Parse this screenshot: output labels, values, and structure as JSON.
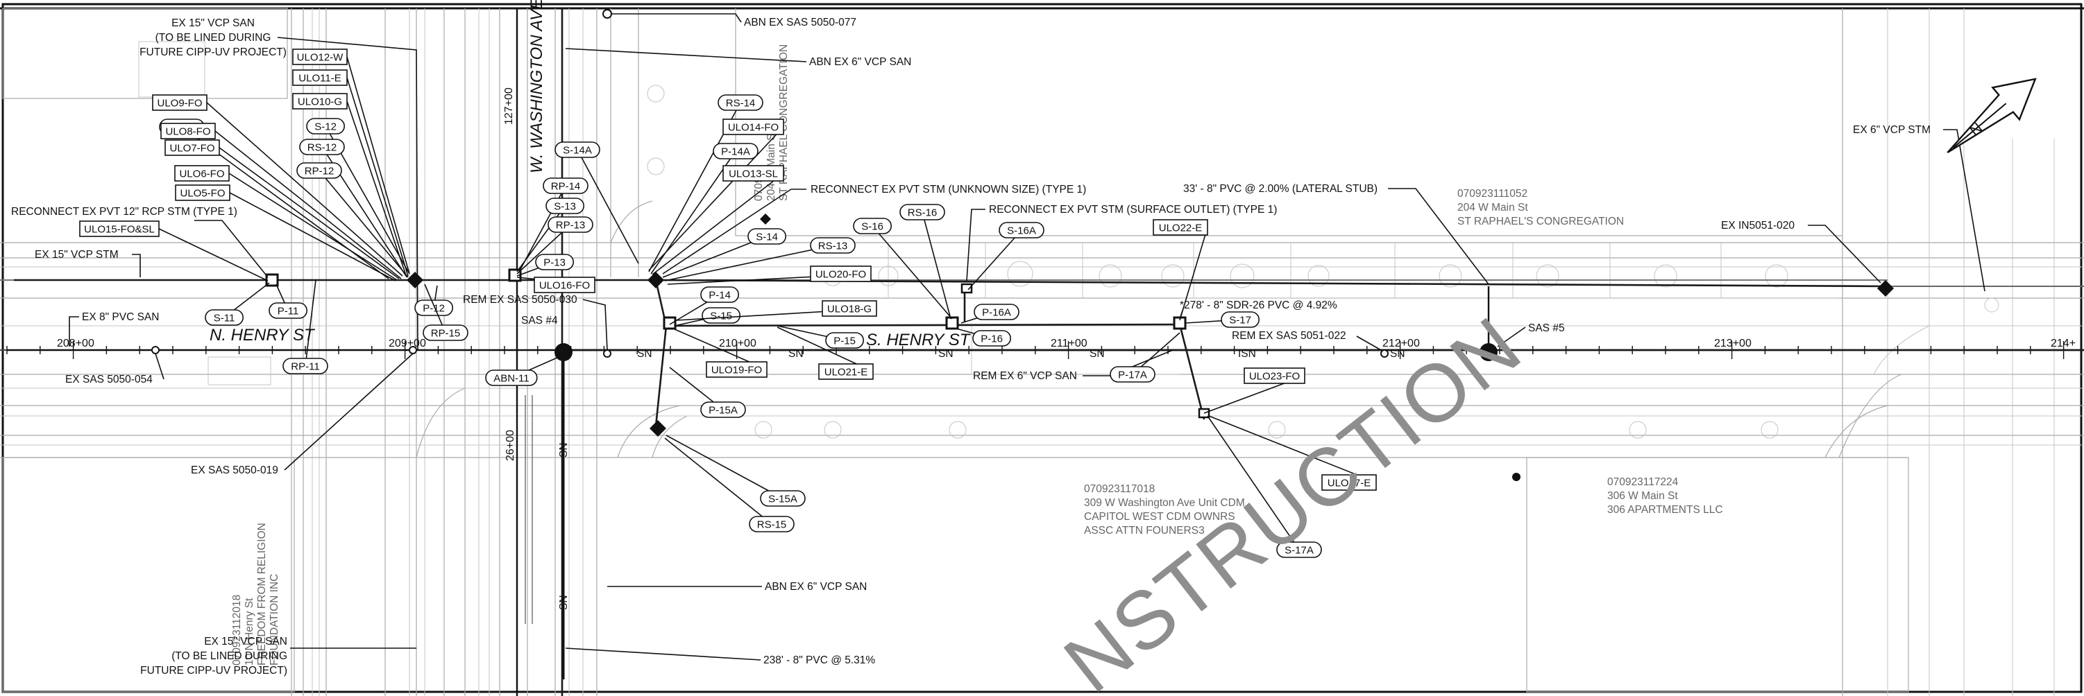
{
  "streets": {
    "n_henry": "N. HENRY ST",
    "s_henry": "S. HENRY ST",
    "w_washington": "W. WASHINGTON AVE"
  },
  "stations": [
    "208+00",
    "209+00",
    "210+00",
    "211+00",
    "212+00",
    "213+00",
    "214+"
  ],
  "vertical_stations": [
    "127+00",
    "26+00"
  ],
  "manholes": {
    "sas4": "SAS #4",
    "sas5": "SAS #5"
  },
  "callouts": {
    "ex15_vcp_san_top": [
      "EX 15\" VCP SAN",
      "(TO BE LINED DURING",
      "FUTURE CIPP-UV PROJECT)"
    ],
    "ex15_vcp_san_bottom": [
      "EX 15\" VCP SAN",
      "(TO BE LINED DURING",
      "FUTURE CIPP-UV PROJECT)"
    ],
    "abn_ex_sas_5050_077": "ABN EX SAS 5050-077",
    "abn_ex_6_vcp_san_top": "ABN EX 6\" VCP SAN",
    "abn_ex_6_vcp_san_bottom": "ABN EX 6\" VCP SAN",
    "reconnect_pvt_stm_unknown": "RECONNECT EX PVT STM (UNKNOWN SIZE) (TYPE 1)",
    "reconnect_pvt_stm_surface": "RECONNECT EX PVT STM (SURFACE OUTLET) (TYPE 1)",
    "reconnect_pvt_12_rcp": "RECONNECT EX PVT 12\" RCP STM (TYPE 1)",
    "ex15_vcp_stm": "EX 15\" VCP STM",
    "ex8_pvc_san": "EX 8\" PVC SAN",
    "ex_sas_5050_054": "EX SAS 5050-054",
    "ex_sas_5050_019": "EX SAS 5050-019",
    "rem_ex_sas_5050_030": "REM EX SAS 5050-030",
    "rem_ex_sas_5051_022": "REM EX SAS 5051-022",
    "rem_ex_6_vcp_san": "REM EX 6\" VCP SAN",
    "lateral_stub": "33' - 8\" PVC @ 2.00% (LATERAL STUB)",
    "main_278": "*278' - 8\" SDR-26 PVC @ 4.92%",
    "main_238": "238' - 8\" PVC @ 5.31%",
    "ex6_vcp_stm": "EX 6\" VCP STM",
    "ex_in5051_020": "EX IN5051-020"
  },
  "parcels": {
    "p1": [
      "070923111052",
      "204 W Main St",
      "ST RAPHAEL'S CONGREGATION"
    ],
    "p2": [
      "070923117018",
      "309 W Washington Ave Unit CDM",
      "CAPITOL WEST CDM OWNRS",
      "ASSC     ATTN FOUNERS3"
    ],
    "p3": [
      "070923117224",
      "306 W Main St",
      "306 APARTMENTS LLC"
    ],
    "p4": [
      "070923112018",
      "10 N Henry St",
      "FREEDOM FROM RELIGION",
      "FOUNDATION INC"
    ],
    "p5": [
      "070923",
      "204 W Main St",
      "ST RAPHAEL CONGREGATION"
    ]
  },
  "rounded_tags": [
    "RS-11",
    "S-12",
    "RS-12",
    "RP-12",
    "P-12",
    "RP-15",
    "S-11",
    "P-11",
    "RP-11",
    "ABN-11",
    "RP-14",
    "S-13",
    "RP-13",
    "P-13",
    "S-14A",
    "RS-14",
    "P-14A",
    "S-14",
    "RS-13",
    "P-14",
    "S-15",
    "P-15",
    "S-16",
    "RS-16",
    "S-16A",
    "P-16A",
    "P-16",
    "S-17",
    "P-17A",
    "P-15A",
    "S-15A",
    "RS-15",
    "S-17A"
  ],
  "box_tags": [
    "ULO12-W",
    "ULO11-E",
    "ULO10-G",
    "ULO9-FO",
    "ULO8-FO",
    "ULO7-FO",
    "ULO6-FO",
    "ULO5-FO",
    "ULO15-FO&SL",
    "ULO14-FO",
    "ULO13-SL",
    "ULO16-FO",
    "ULO20-FO",
    "ULO18-G",
    "ULO19-FO",
    "ULO21-E",
    "ULO22-E",
    "ULO23-FO",
    "ULO17-E"
  ],
  "watermark": "NSTRUCTION",
  "sn_label": "SN",
  "isn_label": "ISN"
}
